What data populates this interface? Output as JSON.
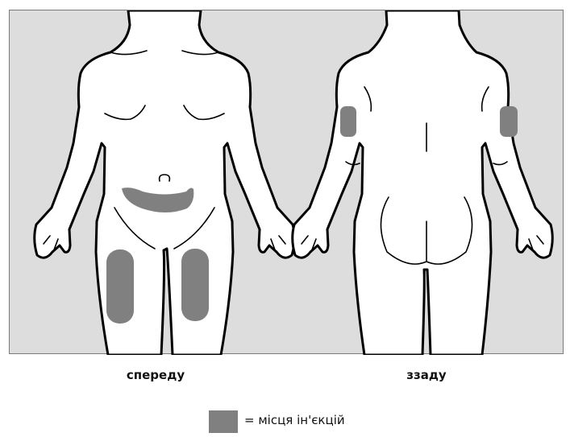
{
  "views": {
    "front_label": "спереду",
    "back_label": "ззаду"
  },
  "legend": {
    "equals": "=",
    "text": "місця ін'єкцій"
  },
  "colors": {
    "panel_background": "#dddddd",
    "body_fill": "#ffffff",
    "outline": "#000000",
    "injection_site": "#808080"
  },
  "injection_sites": {
    "front": [
      "abdomen",
      "left-thigh",
      "right-thigh"
    ],
    "back": [
      "left-upper-arm",
      "right-upper-arm"
    ]
  }
}
